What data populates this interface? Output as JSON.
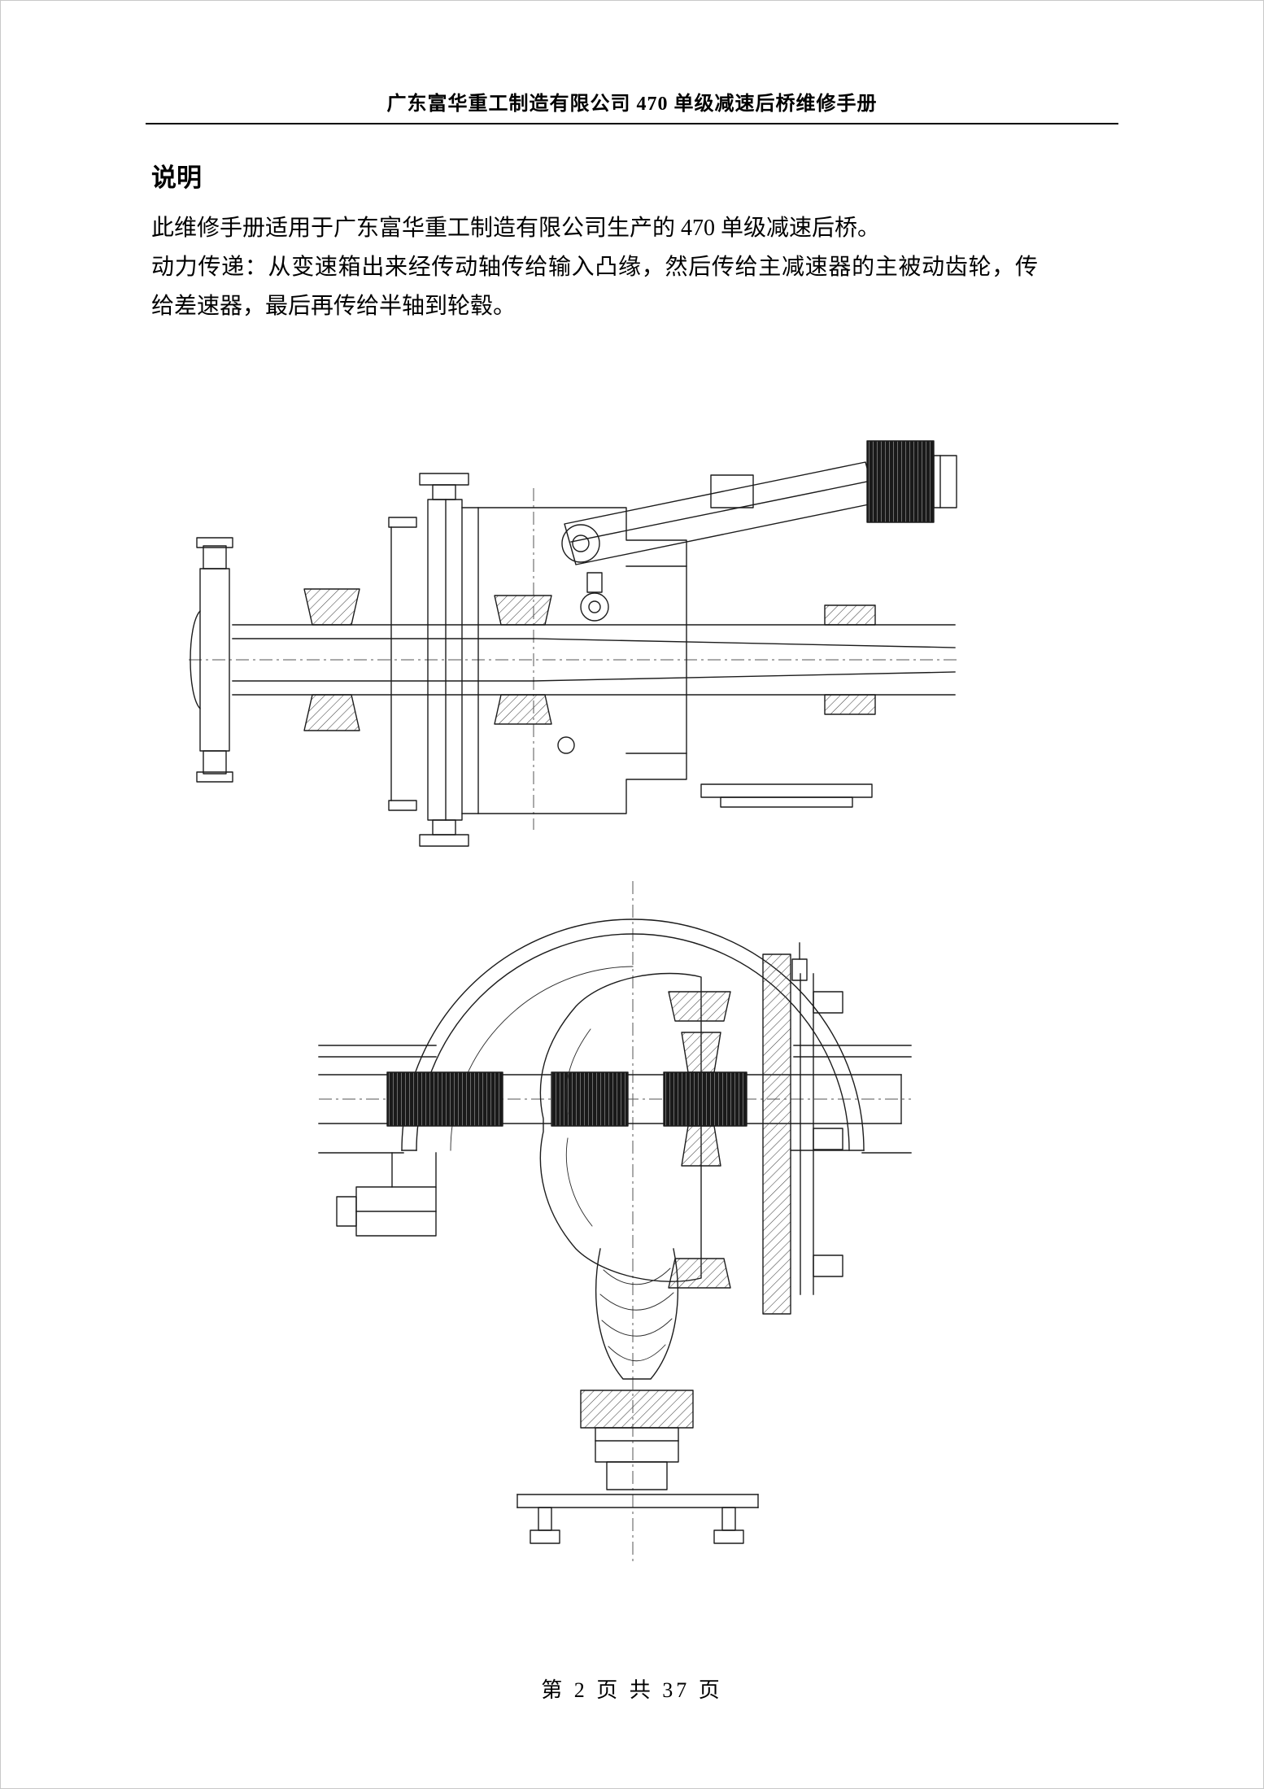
{
  "header": {
    "title": "广东富华重工制造有限公司 470 单级减速后桥维修手册"
  },
  "section": {
    "heading": "说明"
  },
  "paragraphs": [
    "此维修手册适用于广东富华重工制造有限公司生产的 470 单级减速后桥。",
    "动力传递：从变速箱出来经传动轴传给输入凸缘，然后传给主减速器的主被动齿轮，传给差速器，最后再传给半轴到轮毂。"
  ],
  "figures": [
    {
      "name": "axle-hub-and-housing-cross-section-drawing"
    },
    {
      "name": "differential-and-final-drive-cross-section-drawing"
    }
  ],
  "footer": {
    "page_text": "第 2 页 共 37 页"
  }
}
